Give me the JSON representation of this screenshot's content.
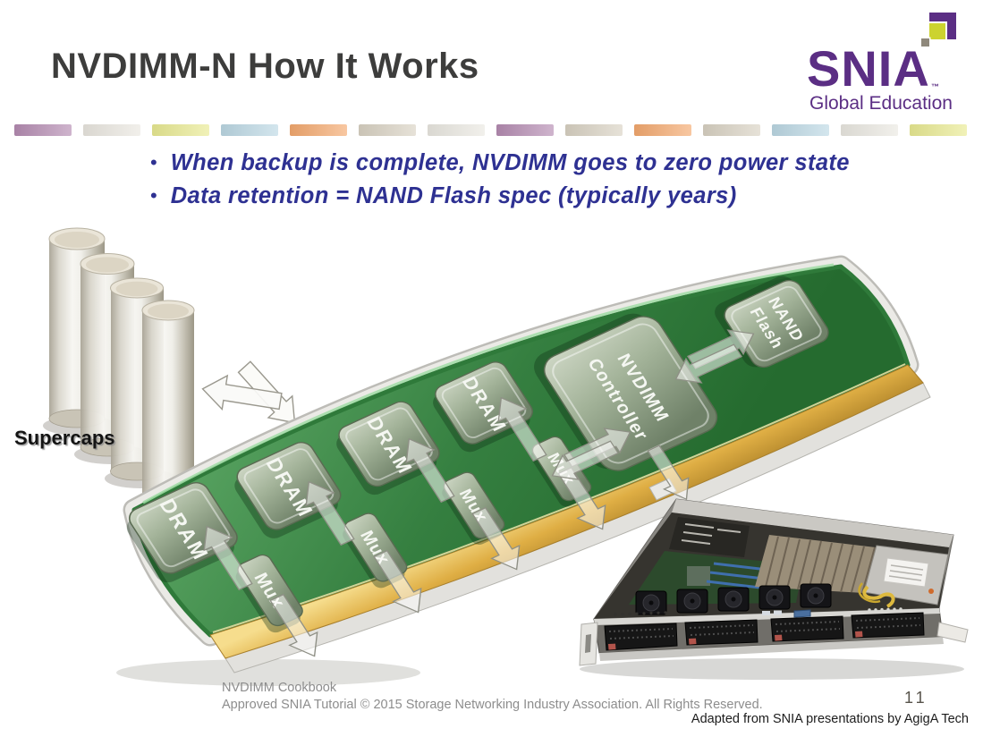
{
  "slide": {
    "title": "NVDIMM-N How It Works",
    "page_number": "11"
  },
  "logo": {
    "brand": "SNIA",
    "trademark": "™",
    "subtitle": "Global Education",
    "colors": {
      "purple": "#5b2e84",
      "yellow_green": "#ccd32f",
      "gray": "#8f897c"
    }
  },
  "divider_colors": [
    "#b58cb2",
    "#eae7e0",
    "#e9ea92",
    "#bcd8e4",
    "#f4a96f",
    "#d9d2c3",
    "#eae8e1",
    "#b58cb2",
    "#d9d2c3",
    "#f4a96f",
    "#d9d2c3",
    "#bcd8e4",
    "#eae8e1",
    "#e9ea92"
  ],
  "bullets": {
    "color": "#2e3192",
    "items": [
      "When backup is complete, NVDIMM goes to zero power state",
      "Data retention = NAND Flash spec (typically years)"
    ]
  },
  "diagram": {
    "supercaps_label": "Supercaps",
    "labels": {
      "dram": "DRAM",
      "mux": "Mux",
      "controller_line1": "NVDIMM",
      "controller_line2": "Controller",
      "nand_line1": "NAND",
      "nand_line2": "Flash"
    },
    "colors": {
      "board_green": "#357f40",
      "gold_connector": "#dfae44",
      "chip_face": "#a3b399",
      "supercap_silver": "#d9d6cc"
    }
  },
  "footer": {
    "line1": "NVDIMM Cookbook",
    "line2": "Approved SNIA Tutorial © 2015 Storage Networking Industry Association. All Rights Reserved.",
    "credit": "Adapted from SNIA presentations by AgigA Tech"
  }
}
